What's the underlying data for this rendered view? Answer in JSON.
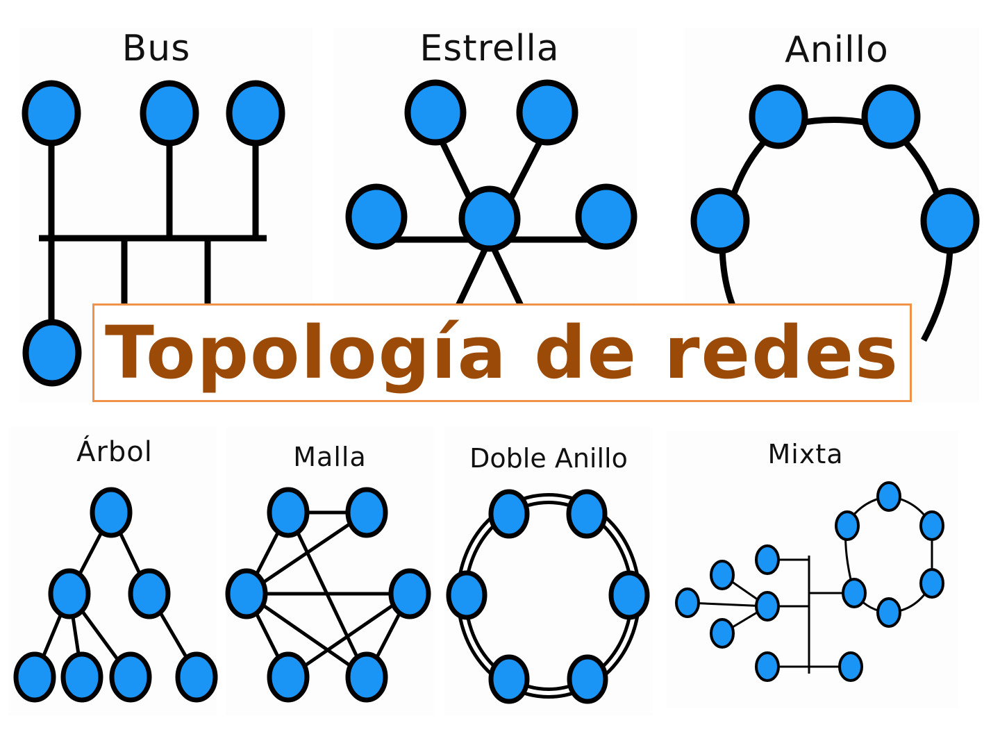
{
  "title": "Topología de redes",
  "colors": {
    "node_fill": "#1a94f5",
    "node_stroke": "#000000",
    "title_text": "#9c4a08",
    "title_border": "#f0924a",
    "background": "#ffffff"
  },
  "topologies": [
    {
      "id": "bus",
      "label": "Bus",
      "nodes": 7
    },
    {
      "id": "estrella",
      "label": "Estrella",
      "nodes": 7
    },
    {
      "id": "anillo",
      "label": "Anillo",
      "nodes": 6
    },
    {
      "id": "arbol",
      "label": "Árbol",
      "nodes": 7
    },
    {
      "id": "malla",
      "label": "Malla",
      "nodes": 6
    },
    {
      "id": "doble-anillo",
      "label": "Doble Anillo",
      "nodes": 6
    },
    {
      "id": "mixta",
      "label": "Mixta",
      "nodes": 13
    }
  ]
}
